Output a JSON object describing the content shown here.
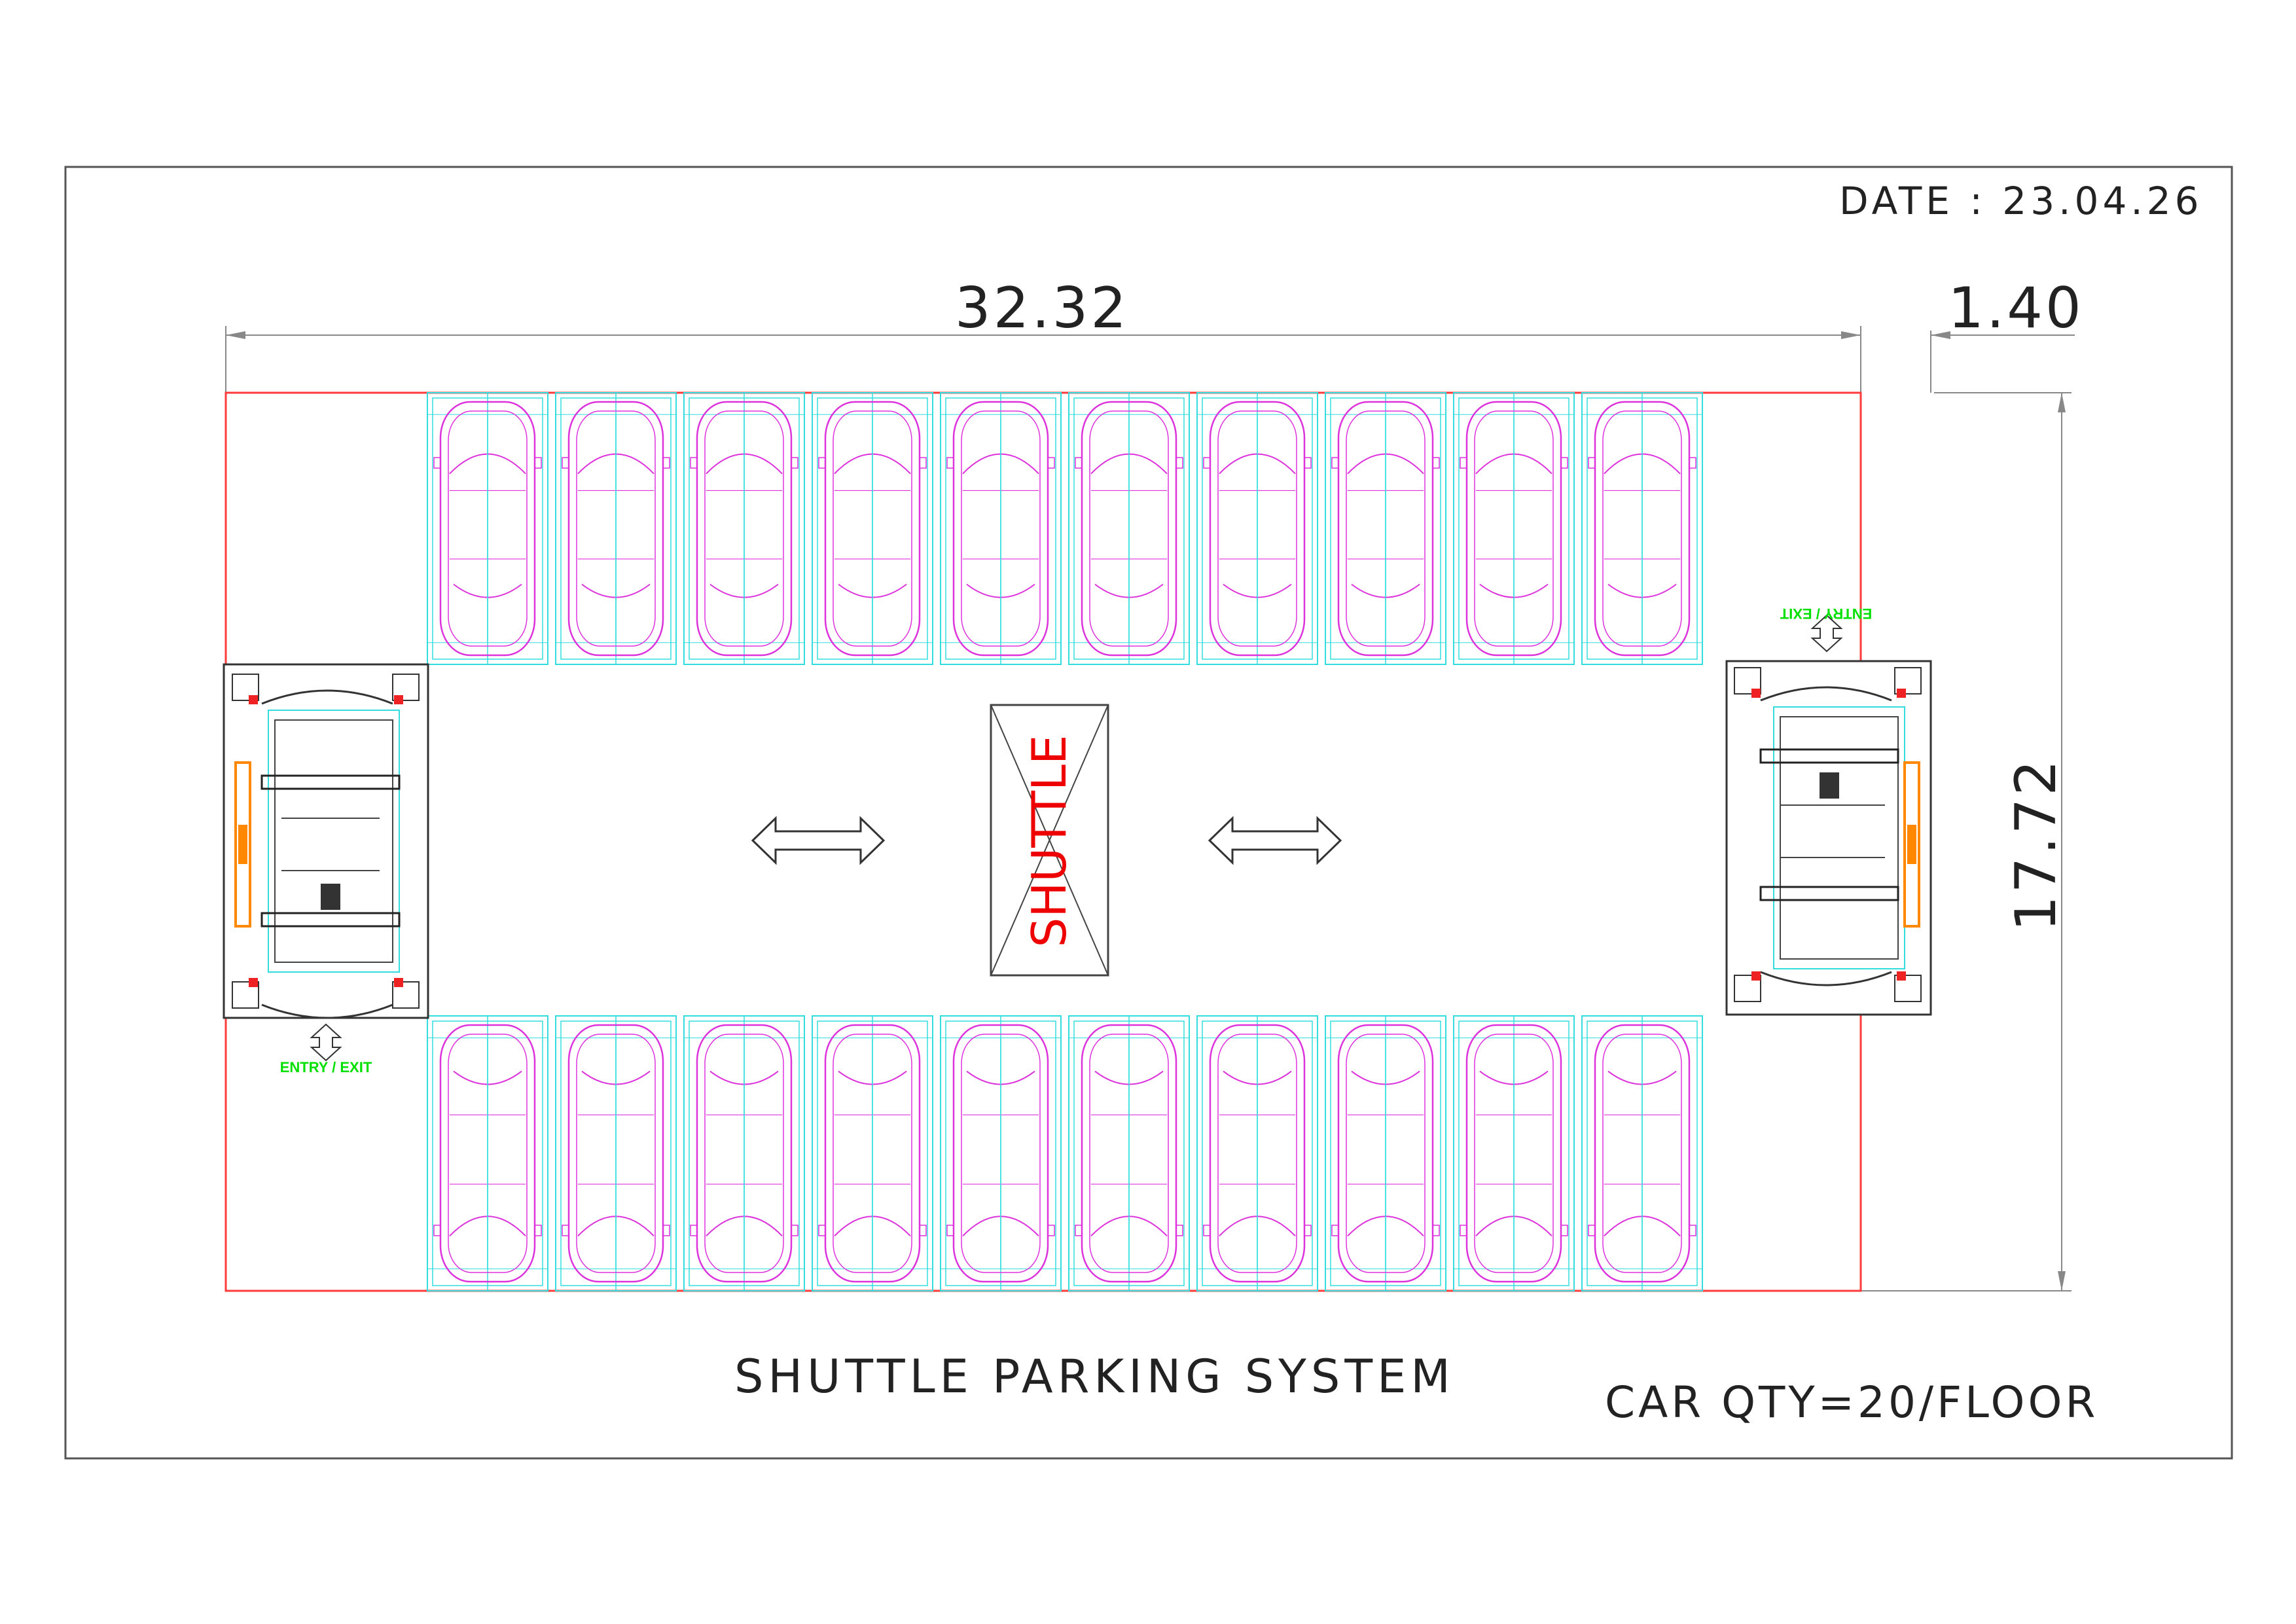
{
  "sheet": {
    "date_label": "DATE : 23.04.26",
    "title": "SHUTTLE PARKING SYSTEM",
    "capacity": "CAR QTY=20/FLOOR"
  },
  "dimensions": {
    "length": "32.32",
    "offset": "1.40",
    "width": "17.72"
  },
  "shuttle": {
    "label": "SHUTTLE"
  },
  "lifts": [
    {
      "label": "ENTRY / EXIT"
    },
    {
      "label": "ENTRY / EXIT"
    }
  ],
  "parking": {
    "top_row_slots": 10,
    "bottom_row_slots": 10
  },
  "colors": {
    "frame": "#555555",
    "boundary": "#ff3b3b",
    "slot": "#33dddd",
    "car": "#dd33dd",
    "shuttle_text": "#ee0000",
    "entry_text": "#00e000",
    "lift_orange": "#ff8800"
  }
}
